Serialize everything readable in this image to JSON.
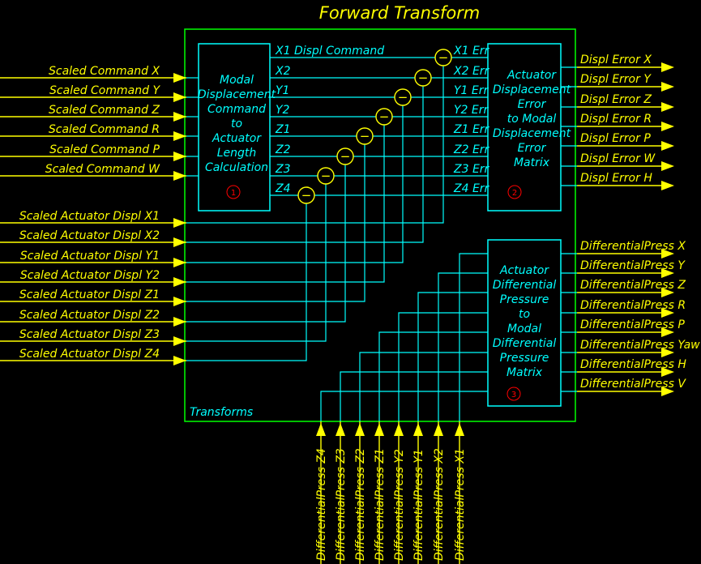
{
  "title": "Forward Transform",
  "outer_block_label": "Transforms",
  "inputs_left_top": [
    "Scaled Command X",
    "Scaled Command Y",
    "Scaled Command Z",
    "Scaled Command R",
    "Scaled Command P",
    "Scaled Command W"
  ],
  "inputs_left_bottom": [
    "Scaled Actuator Displ X1",
    "Scaled Actuator Displ X2",
    "Scaled Actuator Displ Y1",
    "Scaled Actuator Displ Y2",
    "Scaled Actuator Displ Z1",
    "Scaled Actuator Displ Z2",
    "Scaled Actuator Displ Z3",
    "Scaled Actuator Displ Z4"
  ],
  "inputs_bottom": [
    "DifferentialPress Z4",
    "DifferentialPress Z3",
    "DifferentialPress Z2",
    "DifferentialPress Z1",
    "DifferentialPress Y2",
    "DifferentialPress Y1",
    "DifferentialPress X2",
    "DifferentialPress X1"
  ],
  "outputs_error": [
    "Displ Error X",
    "Displ Error Y",
    "Displ Error Z",
    "Displ Error R",
    "Displ Error P",
    "Displ Error W",
    "Displ Error H"
  ],
  "outputs_pressure": [
    "DifferentialPress X",
    "DifferentialPress Y",
    "DifferentialPress Z",
    "DifferentialPress R",
    "DifferentialPress P",
    "DifferentialPress Yaw",
    "DifferentialPress H",
    "DifferentialPress V"
  ],
  "block1": {
    "lines": [
      "Modal",
      "Displacement",
      "Command",
      "to",
      "Actuator",
      "Length",
      "Calculation"
    ],
    "number": "1",
    "outputs": [
      "X1 Displ Command",
      "X2",
      "Y1",
      "Y2",
      "Z1",
      "Z2",
      "Z3",
      "Z4"
    ]
  },
  "block2": {
    "lines": [
      "Actuator",
      "Displacement",
      "Error",
      "to Modal",
      "Displacement",
      "Error",
      "Matrix"
    ],
    "number": "2",
    "inputs": [
      "X1 Err",
      "X2 Err",
      "Y1 Err",
      "Y2 Err",
      "Z1 Err",
      "Z2 Err",
      "Z3 Err",
      "Z4 Err"
    ]
  },
  "block3": {
    "lines": [
      "Actuator",
      "Differential",
      "Pressure",
      "to",
      "Modal",
      "Differential",
      "Pressure",
      "Matrix"
    ],
    "number": "3"
  },
  "summer_symbol": "−",
  "colors": {
    "background": "#000000",
    "signal": "#ffff00",
    "block": "#00ffff",
    "frame": "#00ff00",
    "marker": "#ff0000"
  }
}
